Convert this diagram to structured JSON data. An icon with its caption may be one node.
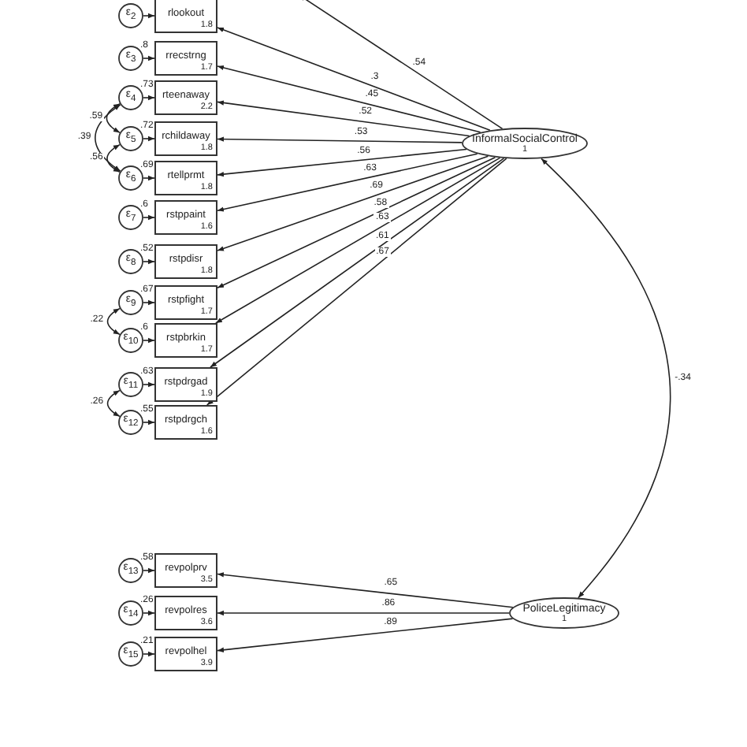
{
  "diagram": {
    "nodes": [
      {
        "text": [
          "ε$_{2}$"
        ]
      },
      {
        "text": [
          "rlookout",
          "1.8"
        ]
      },
      {
        "text": [
          "ε$_{3}$"
        ],
        "beside": [
          ".8"
        ]
      },
      {
        "text": [
          "rrecstrng",
          "1.7"
        ]
      },
      {
        "text": [
          "ε$_{4}$"
        ],
        "beside": [
          ".73"
        ]
      },
      {
        "text": [
          "rteenaway",
          "2.2"
        ]
      },
      {
        "text": [
          "ε$_{5}$"
        ],
        "beside": [
          ".72"
        ]
      },
      {
        "text": [
          "rchildaway",
          "1.8"
        ]
      },
      {
        "text": [
          "ε$_{6}$"
        ],
        "beside": [
          ".69"
        ]
      },
      {
        "text": [
          "rtellprmt",
          "1.8"
        ]
      },
      {
        "text": [
          "ε$_{7}$"
        ],
        "beside": [
          ".6"
        ]
      },
      {
        "text": [
          "rstppaint",
          "1.6"
        ]
      },
      {
        "text": [
          "ε$_{8}$"
        ],
        "beside": [
          ".52"
        ]
      },
      {
        "text": [
          "rstpdisr",
          "1.8"
        ]
      },
      {
        "text": [
          "ε$_{9}$"
        ],
        "beside": [
          ".67"
        ]
      },
      {
        "text": [
          "rstpfight",
          "1.7"
        ]
      },
      {
        "text": [
          "ε$_{10}$"
        ],
        "beside": [
          ".6"
        ]
      },
      {
        "text": [
          "rstpbrkin",
          "1.7"
        ]
      },
      {
        "text": [
          "ε$_{11}$"
        ],
        "beside": [
          ".63"
        ]
      },
      {
        "text": [
          "rstpdrgad",
          "1.9"
        ]
      },
      {
        "text": [
          "ε$_{12}$"
        ],
        "beside": [
          ".55"
        ]
      },
      {
        "text": [
          "rstpdrgch",
          "1.6"
        ]
      },
      {
        "text": [
          "ε$_{13}$"
        ],
        "beside": [
          ".58"
        ]
      },
      {
        "text": [
          "revpolprv",
          "3.5"
        ]
      },
      {
        "text": [
          "ε$_{14}$"
        ],
        "beside": [
          ".26"
        ]
      },
      {
        "text": [
          "revpolres",
          "3.6"
        ]
      },
      {
        "text": [
          "ε$_{15}$"
        ],
        "beside": [
          ".21"
        ]
      },
      {
        "text": [
          "revpolhel",
          "3.9"
        ]
      },
      {
        "text": [
          "InformalSocialControl",
          "1"
        ]
      },
      {
        "text": [
          "PoliceLegitimacy",
          "1"
        ]
      }
    ],
    "edges": [
      {
        "from": 28,
        "to": null,
        "arrow": "to",
        "label": ".54"
      },
      {
        "from": 28,
        "to": 1,
        "arrow": "to",
        "label": ".3"
      },
      {
        "from": 28,
        "to": 3,
        "arrow": "to",
        "label": ".45"
      },
      {
        "from": 28,
        "to": 5,
        "arrow": "to",
        "label": ".52"
      },
      {
        "from": 28,
        "to": 7,
        "arrow": "to",
        "label": ".53"
      },
      {
        "from": 28,
        "to": 9,
        "arrow": "to",
        "label": ".56"
      },
      {
        "from": 28,
        "to": 11,
        "arrow": "to",
        "label": ".63"
      },
      {
        "from": 28,
        "to": 13,
        "arrow": "to",
        "label": ".69"
      },
      {
        "from": 28,
        "to": 15,
        "arrow": "to",
        "label": ".58"
      },
      {
        "from": 28,
        "to": 17,
        "arrow": "to",
        "label": ".63"
      },
      {
        "from": 28,
        "to": 19,
        "arrow": "to",
        "label": ".61"
      },
      {
        "from": 28,
        "to": 21,
        "arrow": "to",
        "label": ".67"
      },
      {
        "from": 29,
        "to": 23,
        "arrow": "to",
        "label": ".65"
      },
      {
        "from": 29,
        "to": 25,
        "arrow": "to",
        "label": ".86"
      },
      {
        "from": 29,
        "to": 27,
        "arrow": "to",
        "label": ".89"
      },
      {
        "from": 0,
        "to": 1,
        "arrow": "to"
      },
      {
        "from": 2,
        "to": 3,
        "arrow": "to"
      },
      {
        "from": 4,
        "to": 5,
        "arrow": "to"
      },
      {
        "from": 6,
        "to": 7,
        "arrow": "to"
      },
      {
        "from": 8,
        "to": 9,
        "arrow": "to"
      },
      {
        "from": 10,
        "to": 11,
        "arrow": "to"
      },
      {
        "from": 12,
        "to": 13,
        "arrow": "to"
      },
      {
        "from": 14,
        "to": 15,
        "arrow": "to"
      },
      {
        "from": 16,
        "to": 17,
        "arrow": "to"
      },
      {
        "from": 18,
        "to": 19,
        "arrow": "to"
      },
      {
        "from": 20,
        "to": 21,
        "arrow": "to"
      },
      {
        "from": 22,
        "to": 23,
        "arrow": "to"
      },
      {
        "from": 24,
        "to": 25,
        "arrow": "to"
      },
      {
        "from": 26,
        "to": 27,
        "arrow": "to"
      },
      {
        "from": 4,
        "to": 6,
        "arrow": "both",
        "label": ".59"
      },
      {
        "from": 6,
        "to": 8,
        "arrow": "both",
        "label": ".56"
      },
      {
        "from": 4,
        "to": 8,
        "arrow": "both",
        "label": ".39"
      },
      {
        "from": 14,
        "to": 16,
        "arrow": "both",
        "label": ".22"
      },
      {
        "from": 18,
        "to": 20,
        "arrow": "both",
        "label": ".26"
      },
      {
        "from": 28,
        "to": 29,
        "arrow": "both",
        "label": "-.34"
      }
    ]
  }
}
